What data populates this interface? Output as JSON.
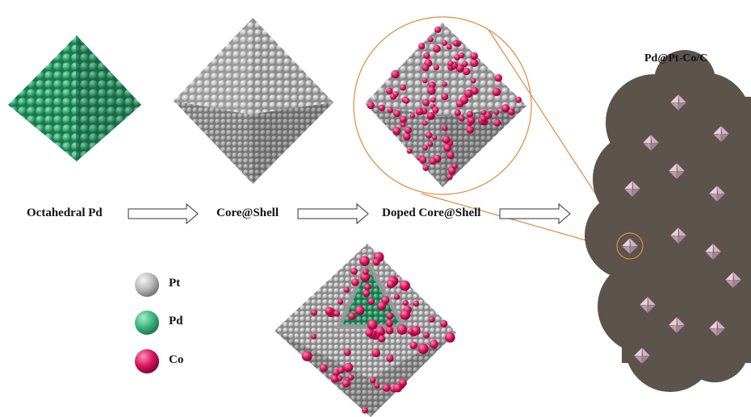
{
  "stages": [
    {
      "label": "Octahedral Pd"
    },
    {
      "label": "Core@Shell"
    },
    {
      "label": "Doped Core@Shell"
    }
  ],
  "catalyst_label": "Pd@Pt-Co/C",
  "legend": [
    {
      "label": "Pt",
      "color": "#b4b4b4"
    },
    {
      "label": "Pd",
      "color": "#3bb47f"
    },
    {
      "label": "Co",
      "color": "#d6135a"
    }
  ],
  "colors": {
    "pt": "#b4b4b4",
    "pd": "#3bb47f",
    "co": "#d6135a",
    "carbon": "#5b534c",
    "zoom_line": "#e08a3c"
  }
}
